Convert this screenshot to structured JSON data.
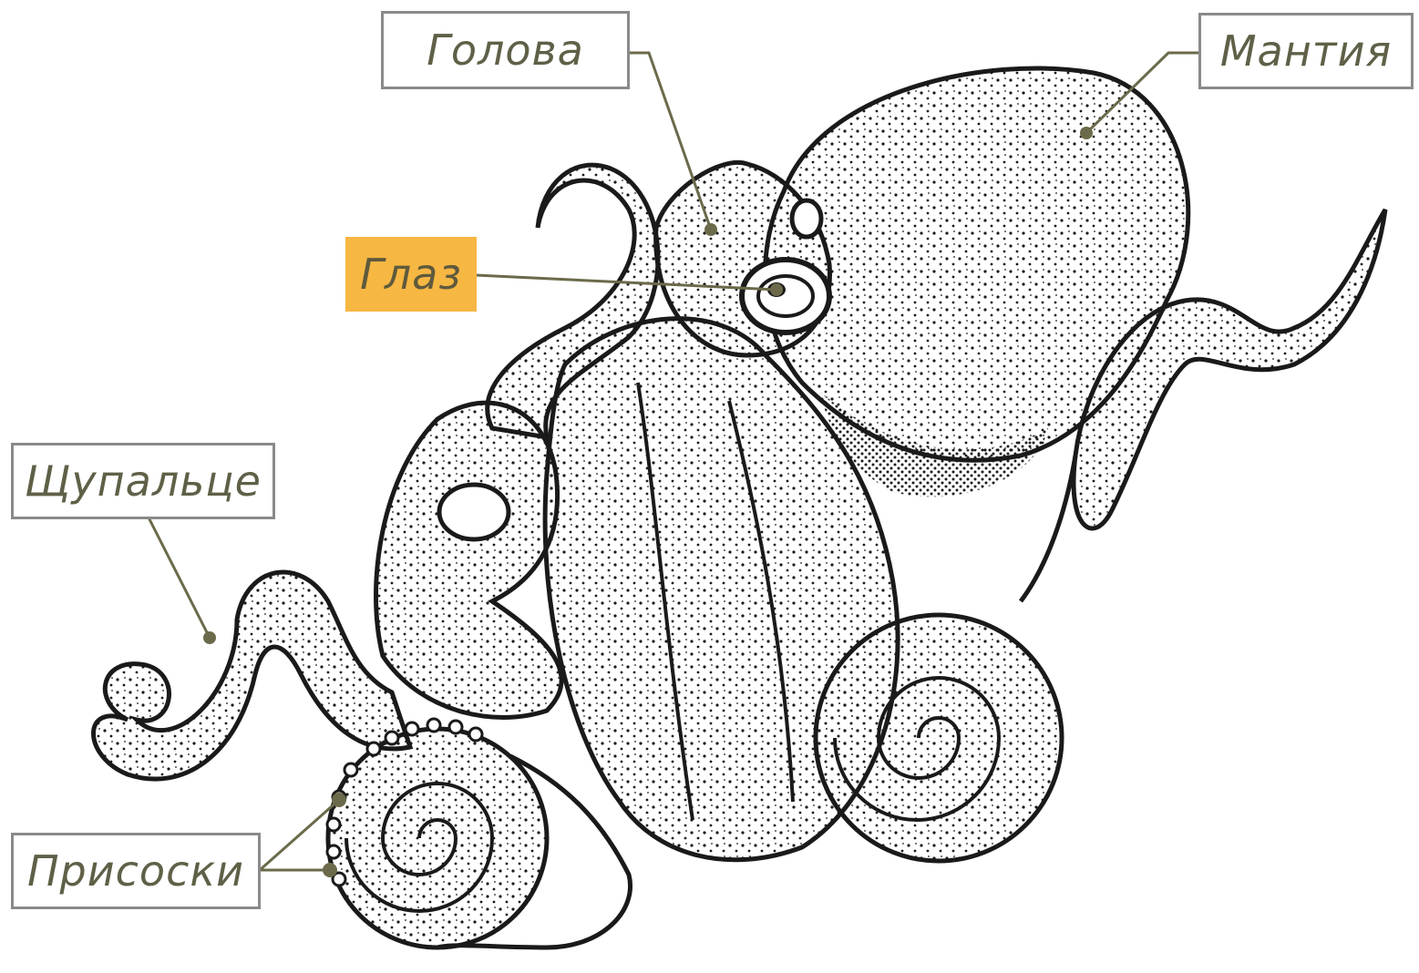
{
  "diagram": {
    "labels": {
      "head": "Голова",
      "mantle": "Мантия",
      "eye": "Глаз",
      "tentacle": "Щупальце",
      "suckers": "Присоски"
    },
    "colors": {
      "leader": "#6b6a4a",
      "label_text": "#5f6047",
      "label_border": "#8a8a8a",
      "highlight": "#f7b743",
      "ink": "#1a1a1a"
    }
  }
}
